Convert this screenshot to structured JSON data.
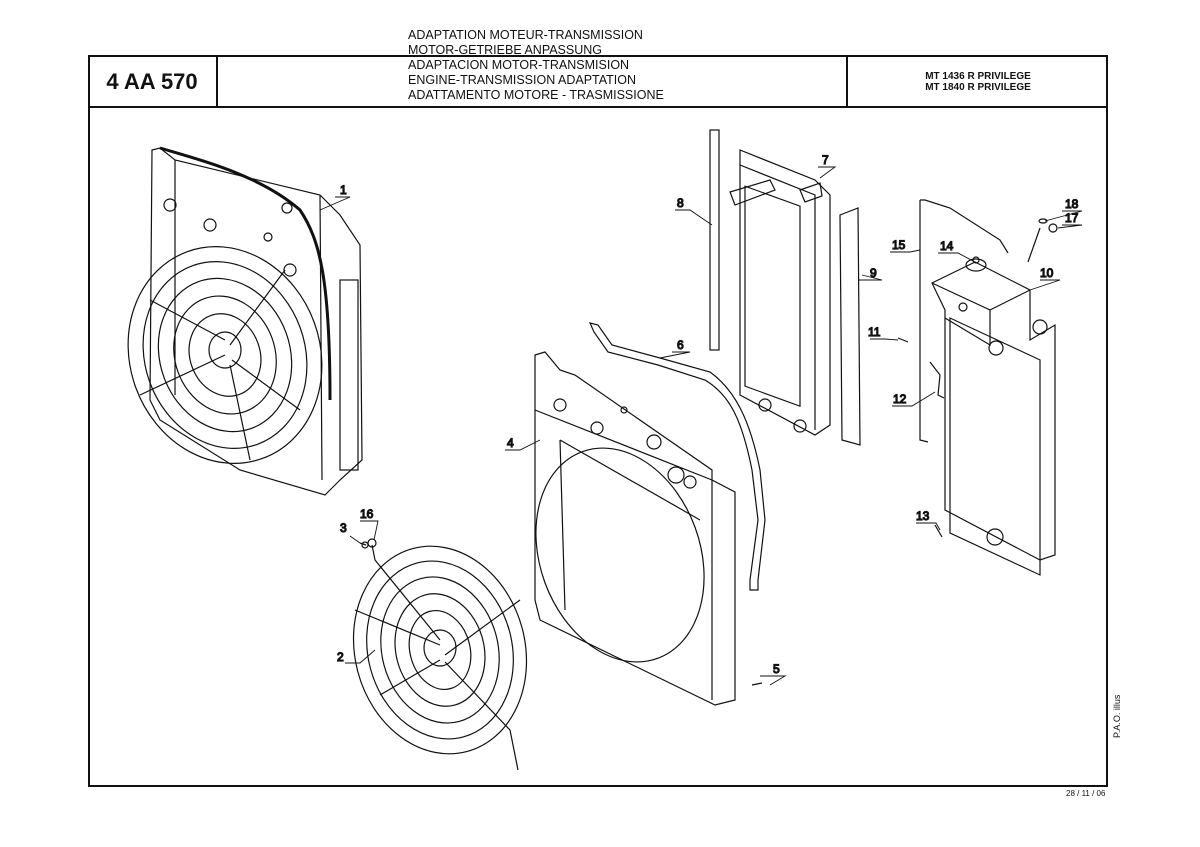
{
  "header": {
    "code": "4 AA 570",
    "titles": [
      "ADAPTATION MOTEUR-TRANSMISSION",
      "MOTOR-GETRIEBE ANPASSUNG",
      "ADAPTACION MOTOR-TRANSMISION",
      "ENGINE-TRANSMISSION ADAPTATION",
      "ADATTAMENTO MOTORE - TRASMISSIONE"
    ],
    "models": [
      "MT 1436 R PRIVILEGE",
      "MT 1840 R PRIVILEGE"
    ]
  },
  "callouts": {
    "c1": "1",
    "c2": "2",
    "c3": "3",
    "c4": "4",
    "c5": "5",
    "c6": "6",
    "c7": "7",
    "c8": "8",
    "c9": "9",
    "c10": "10",
    "c11": "11",
    "c12": "12",
    "c13": "13",
    "c14": "14",
    "c15": "15",
    "c16": "16",
    "c17": "17",
    "c18": "18"
  },
  "footer": {
    "author": "P.A.O. illus",
    "date": "28 / 11 / 06"
  }
}
